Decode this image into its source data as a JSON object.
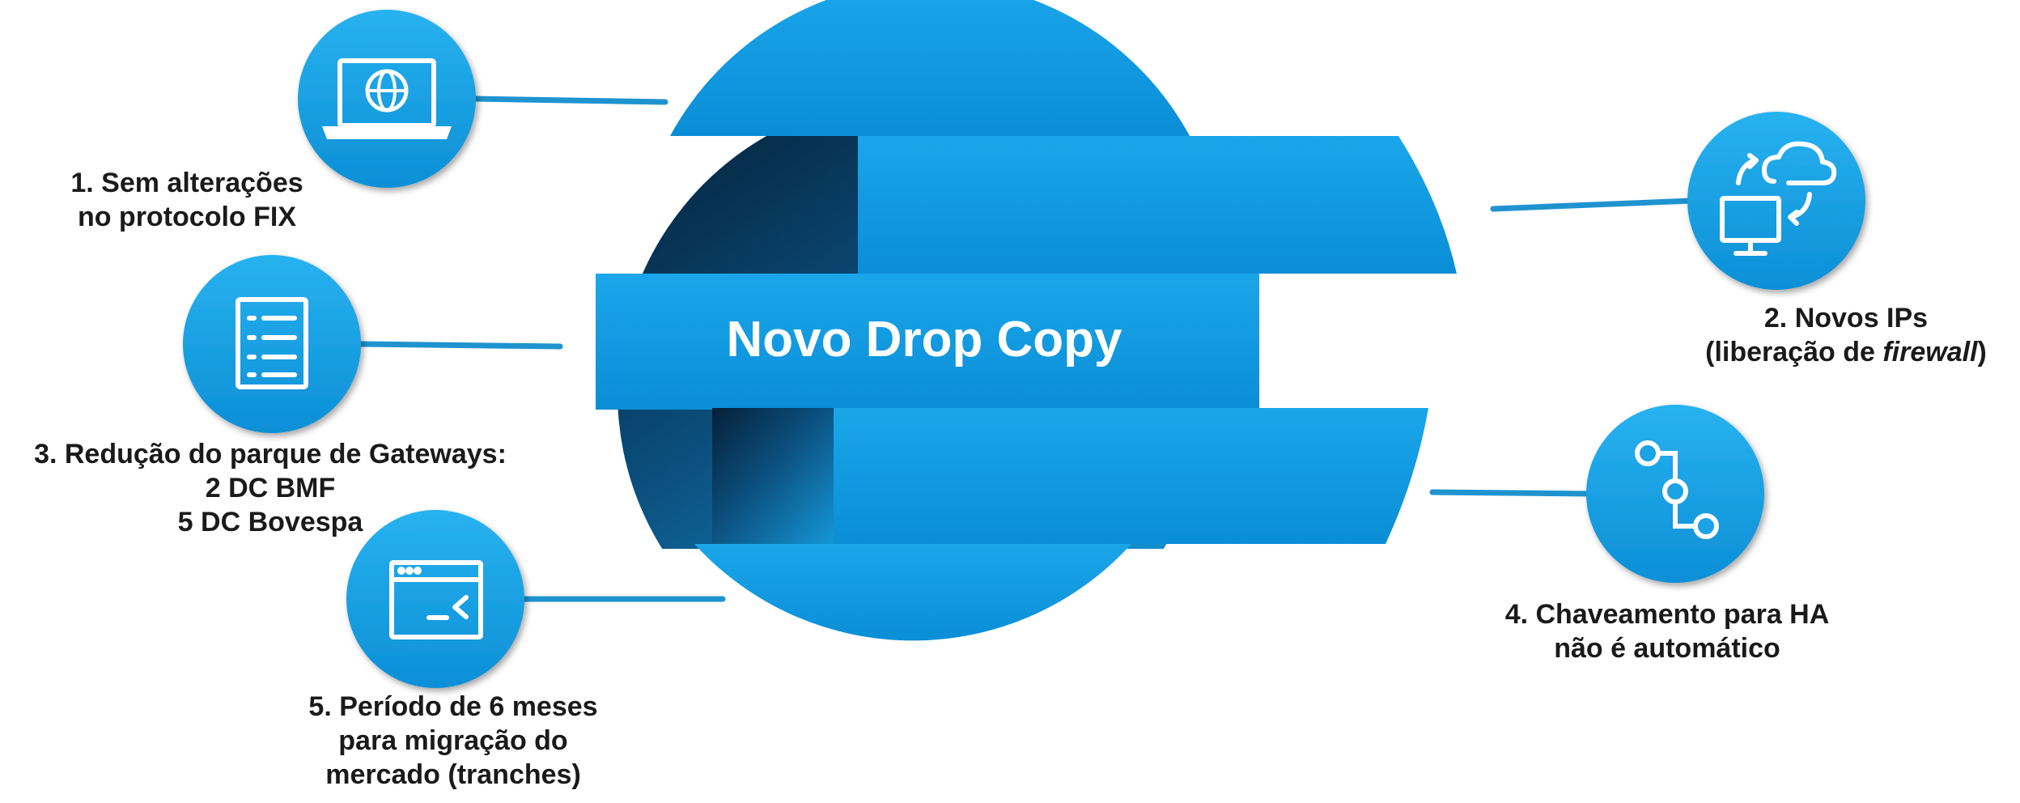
{
  "center": {
    "title": "Novo Drop Copy"
  },
  "colors": {
    "primary_blue": "#1a9fe0",
    "band_blue": "#0b90d8",
    "dark_navy": "#0a2a44",
    "connector": "#1f93cf",
    "icon_circle": "#1ba3e6",
    "text": "#1a1a1a"
  },
  "items": [
    {
      "id": "item-1",
      "icon": "laptop-globe-icon",
      "lines": [
        "1. Sem alterações",
        "no protocolo FIX"
      ]
    },
    {
      "id": "item-2",
      "icon": "cloud-sync-monitor-icon",
      "lines": [
        "2. Novos IPs"
      ],
      "line2_prefix": "(liberação de ",
      "line2_emphasis": "firewall",
      "line2_suffix": ")"
    },
    {
      "id": "item-3",
      "icon": "checklist-document-icon",
      "lines": [
        "3. Redução do parque de Gateways:",
        "2 DC BMF",
        "5 DC Bovespa"
      ]
    },
    {
      "id": "item-4",
      "icon": "branch-workflow-icon",
      "lines": [
        "4. Chaveamento para HA",
        "não é automático"
      ]
    },
    {
      "id": "item-5",
      "icon": "terminal-window-icon",
      "lines": [
        "5. Período de 6 meses",
        "para migração do",
        "mercado (tranches)"
      ]
    }
  ]
}
